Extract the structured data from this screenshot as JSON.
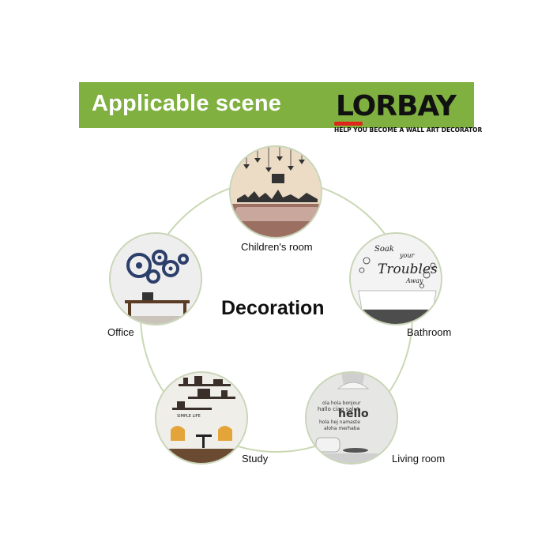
{
  "banner": {
    "title": "Applicable scene",
    "color": "#7fb040"
  },
  "logo": {
    "name": "LORBAY",
    "tagline": "HELP YOU BECOME A WALL ART DECORATOR",
    "accent": "#e0261b"
  },
  "center_title": "Decoration",
  "scenes": [
    {
      "label": "Children's room"
    },
    {
      "label": "Bathroom"
    },
    {
      "label": "Living room"
    },
    {
      "label": "Study"
    },
    {
      "label": "Office"
    }
  ],
  "decal_text": {
    "bathroom": [
      "Soak",
      "your",
      "Troubles",
      "Away"
    ],
    "living": "hello",
    "study": "SIMPLE LIFE"
  }
}
